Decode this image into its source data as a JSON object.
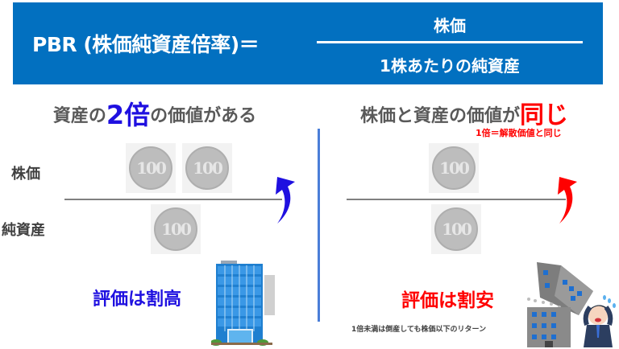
{
  "banner": {
    "lhs": "PBR (株価純資産倍率)＝",
    "numerator": "株価",
    "denominator": "1株あたりの純資産",
    "background_color": "#0270c0"
  },
  "left_panel": {
    "heading_prefix": "資産の",
    "heading_accent": "2倍",
    "heading_suffix": "の価値がある",
    "accent_color": "#1f10e0",
    "row_labels": {
      "stock_price": "株価",
      "net_assets": "純資産"
    },
    "stock_price_coins": [
      "100",
      "100"
    ],
    "net_assets_coins": [
      "100"
    ],
    "arrow_color": "#1f10e0",
    "verdict": "評価は割高",
    "illustration": "office-building"
  },
  "right_panel": {
    "heading_prefix": "株価と資産の価値が",
    "heading_accent": "同じ",
    "accent_color": "#ff0000",
    "subnote": "1倍＝解散価値と同じ",
    "stock_price_coins": [
      "100"
    ],
    "net_assets_coins": [
      "100"
    ],
    "arrow_color": "#ff0000",
    "verdict": "評価は割安",
    "footnote": "1倍未満は倒産しても株価以下のリターン",
    "illustration": "collapsing-building-worried-man"
  },
  "divider_color": "#4a7ed8"
}
